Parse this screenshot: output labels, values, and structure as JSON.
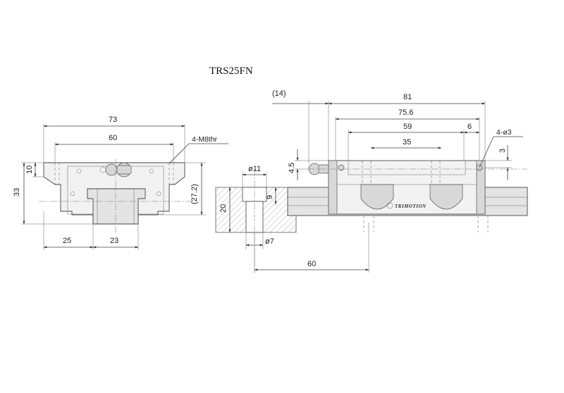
{
  "title": "TRS25FN",
  "front_view": {
    "dim_width_total": "73",
    "dim_hole_pitch": "60",
    "dim_height_total": "33",
    "dim_flange_thickness": "10",
    "dim_ref_height": "(27.2)",
    "dim_side_offset": "25",
    "dim_rail_width": "23",
    "thread_note": "4-M8thr"
  },
  "rail_section": {
    "dim_counterbore_dia": "ø11",
    "dim_through_dia": "ø7",
    "dim_rail_height": "20",
    "dim_counterbore_depth": "9",
    "dim_hole_pitch": "60"
  },
  "side_view": {
    "dim_grease_nipple": "(14)",
    "dim_overall_length": "81",
    "dim_body_length": "75.6",
    "dim_hole_pitch": "59",
    "dim_mid": "35",
    "dim_end": "6",
    "dim_nipple_height": "4.5",
    "dim_seal_offset": "3",
    "hole_note": "4-ø3",
    "brand": "TRIMOTION"
  }
}
